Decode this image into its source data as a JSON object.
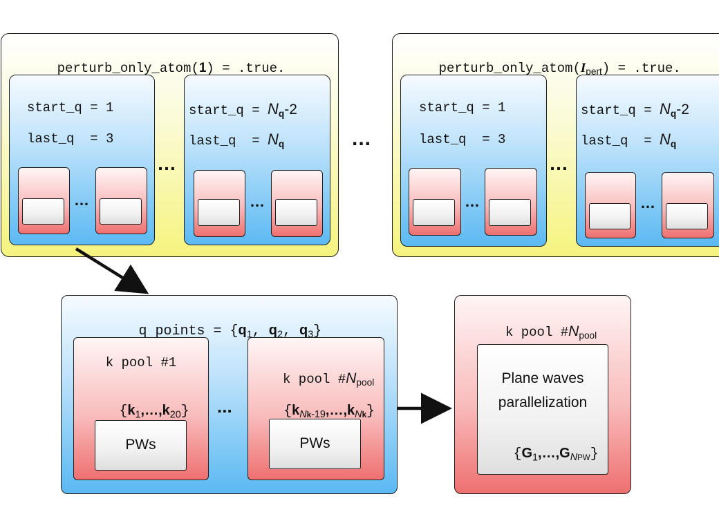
{
  "atom_boxes": [
    {
      "header_prefix": "perturb_only_atom(",
      "header_arg": "1",
      "header_suffix": ") = .true.",
      "first_group": {
        "start_label": "start_q = ",
        "start_value": "1",
        "last_label": "last_q  = ",
        "last_value": "3"
      },
      "second_group": {
        "start_label": "start_q = ",
        "start_var": "N",
        "start_sub": "q",
        "start_tail": "-2",
        "last_label": "last_q  = ",
        "last_var": "N",
        "last_sub": "q"
      }
    },
    {
      "header_prefix": "perturb_only_atom(",
      "header_arg": "I",
      "header_arg_sub": "pert",
      "header_suffix": ") = .true.",
      "first_group": {
        "start_label": "start_q = ",
        "start_value": "1",
        "last_label": "last_q  = ",
        "last_value": "3"
      },
      "second_group": {
        "start_label": "start_q = ",
        "start_var": "N",
        "start_sub": "q",
        "start_tail": "-2",
        "last_label": "last_q  = ",
        "last_var": "N",
        "last_sub": "q"
      }
    }
  ],
  "ellipsis": "…",
  "ellipsis_large": "...",
  "q_block": {
    "title_prefix": "q points = {",
    "q": "q",
    "sub1": "1",
    "sub2": "2",
    "sub3": "3",
    "sep": ", ",
    "title_suffix": "}",
    "pool1": {
      "title": "k pool #1",
      "k": "k",
      "sub_first": "1",
      "mid": ",…,",
      "sub_last": "20",
      "pws": "PWs"
    },
    "poolN": {
      "title_prefix": "k pool #",
      "title_var": "N",
      "title_sub": "pool",
      "k": "k",
      "sub_var": "N",
      "sub_var_sub": "k",
      "first_tail": "-19",
      "mid": ",…,",
      "pws": "PWs"
    }
  },
  "detail_block": {
    "title_prefix": "k pool #",
    "title_var": "N",
    "title_sub": "pool",
    "line1": "Plane waves",
    "line2": "parallelization",
    "G": "G",
    "sub_first": "1",
    "mid": ",…,",
    "sub_var": "N",
    "sub_var_sub": "PW"
  },
  "colors": {
    "outline": "#1f1f1f",
    "yellow": "#f6f47e",
    "blue": "#5bb9f2",
    "red": "#ee7070",
    "grey": "#dedede"
  }
}
